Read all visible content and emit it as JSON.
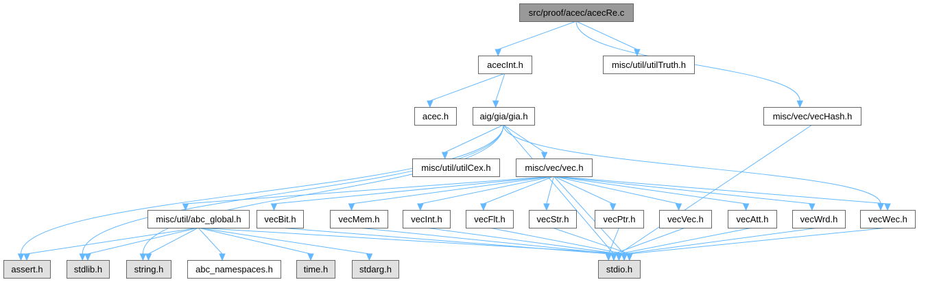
{
  "title": "src/proof/acec/acecRe.c",
  "colors": {
    "root_fill": "#999999",
    "node_fill": "#ffffff",
    "system_fill": "#e0e0e0",
    "border": "#666666",
    "edge": "#63b8ff"
  },
  "nodes": [
    {
      "id": "root",
      "label": "src/proof/acec/acecRe.c",
      "kind": "root"
    },
    {
      "id": "acecInt",
      "label": "acecInt.h",
      "kind": "local"
    },
    {
      "id": "utilTruth",
      "label": "misc/util/utilTruth.h",
      "kind": "local"
    },
    {
      "id": "acec",
      "label": "acec.h",
      "kind": "local"
    },
    {
      "id": "gia",
      "label": "aig/gia/gia.h",
      "kind": "local"
    },
    {
      "id": "vecHash",
      "label": "misc/vec/vecHash.h",
      "kind": "local"
    },
    {
      "id": "utilCex",
      "label": "misc/util/utilCex.h",
      "kind": "local"
    },
    {
      "id": "vec",
      "label": "misc/vec/vec.h",
      "kind": "local"
    },
    {
      "id": "abc_global",
      "label": "misc/util/abc_global.h",
      "kind": "local"
    },
    {
      "id": "vecBit",
      "label": "vecBit.h",
      "kind": "local"
    },
    {
      "id": "vecMem",
      "label": "vecMem.h",
      "kind": "local"
    },
    {
      "id": "vecInt",
      "label": "vecInt.h",
      "kind": "local"
    },
    {
      "id": "vecFlt",
      "label": "vecFlt.h",
      "kind": "local"
    },
    {
      "id": "vecStr",
      "label": "vecStr.h",
      "kind": "local"
    },
    {
      "id": "vecPtr",
      "label": "vecPtr.h",
      "kind": "local"
    },
    {
      "id": "vecVec",
      "label": "vecVec.h",
      "kind": "local"
    },
    {
      "id": "vecAtt",
      "label": "vecAtt.h",
      "kind": "local"
    },
    {
      "id": "vecWrd",
      "label": "vecWrd.h",
      "kind": "local"
    },
    {
      "id": "vecWec",
      "label": "vecWec.h",
      "kind": "local"
    },
    {
      "id": "assert",
      "label": "assert.h",
      "kind": "system"
    },
    {
      "id": "stdlib",
      "label": "stdlib.h",
      "kind": "system"
    },
    {
      "id": "string",
      "label": "string.h",
      "kind": "system"
    },
    {
      "id": "abc_namespaces",
      "label": "abc_namespaces.h",
      "kind": "local"
    },
    {
      "id": "time",
      "label": "time.h",
      "kind": "system"
    },
    {
      "id": "stdarg",
      "label": "stdarg.h",
      "kind": "system"
    },
    {
      "id": "stdio",
      "label": "stdio.h",
      "kind": "system"
    }
  ],
  "edges": [
    [
      "root",
      "acecInt"
    ],
    [
      "root",
      "utilTruth"
    ],
    [
      "root",
      "vecHash"
    ],
    [
      "acecInt",
      "acec"
    ],
    [
      "acecInt",
      "gia"
    ],
    [
      "gia",
      "utilCex"
    ],
    [
      "gia",
      "vec"
    ],
    [
      "gia",
      "assert"
    ],
    [
      "gia",
      "stdlib"
    ],
    [
      "gia",
      "string"
    ],
    [
      "gia",
      "stdio"
    ],
    [
      "gia",
      "vecWec"
    ],
    [
      "vecHash",
      "stdio"
    ],
    [
      "vec",
      "abc_global"
    ],
    [
      "vec",
      "vecBit"
    ],
    [
      "vec",
      "vecMem"
    ],
    [
      "vec",
      "vecInt"
    ],
    [
      "vec",
      "vecFlt"
    ],
    [
      "vec",
      "vecStr"
    ],
    [
      "vec",
      "vecPtr"
    ],
    [
      "vec",
      "vecVec"
    ],
    [
      "vec",
      "vecAtt"
    ],
    [
      "vec",
      "vecWrd"
    ],
    [
      "vec",
      "vecWec"
    ],
    [
      "vec",
      "stdio"
    ],
    [
      "abc_global",
      "assert"
    ],
    [
      "abc_global",
      "stdlib"
    ],
    [
      "abc_global",
      "string"
    ],
    [
      "abc_global",
      "abc_namespaces"
    ],
    [
      "abc_global",
      "time"
    ],
    [
      "abc_global",
      "stdarg"
    ],
    [
      "abc_global",
      "stdio"
    ],
    [
      "vecBit",
      "stdio"
    ],
    [
      "vecMem",
      "stdio"
    ],
    [
      "vecInt",
      "stdio"
    ],
    [
      "vecFlt",
      "stdio"
    ],
    [
      "vecStr",
      "stdio"
    ],
    [
      "vecPtr",
      "stdio"
    ],
    [
      "vecVec",
      "stdio"
    ],
    [
      "vecAtt",
      "stdio"
    ],
    [
      "vecWrd",
      "stdio"
    ],
    [
      "vecWec",
      "stdio"
    ]
  ]
}
